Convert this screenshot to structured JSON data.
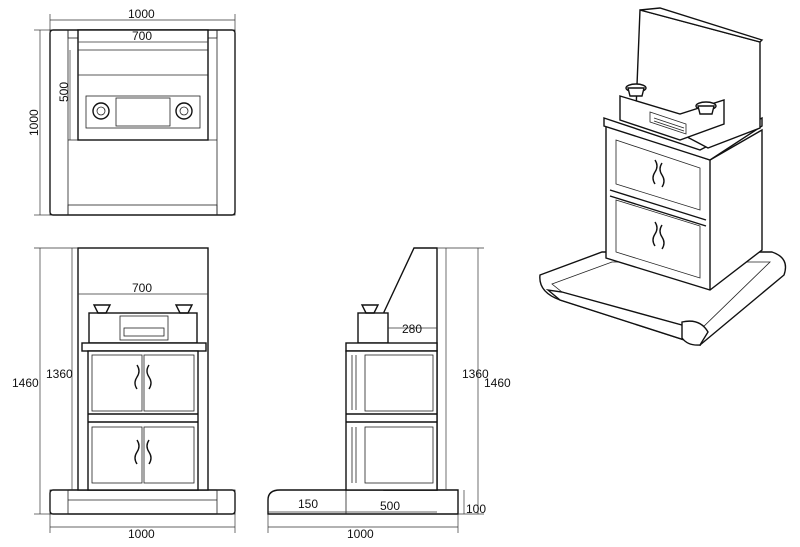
{
  "top_view": {
    "width_label": "1000",
    "inner_width_label": "700",
    "depth_label": "500",
    "total_depth_label": "1000"
  },
  "front_view": {
    "inner_width_label": "700",
    "body_height_label": "1360",
    "total_height_label": "1460",
    "base_width_label": "1000"
  },
  "side_view": {
    "top_depth_label": "280",
    "body_height_label": "1360",
    "total_height_label": "1460",
    "base_offset_label": "150",
    "body_depth_label": "500",
    "base_depth_label": "1000",
    "base_height_label": "100"
  }
}
